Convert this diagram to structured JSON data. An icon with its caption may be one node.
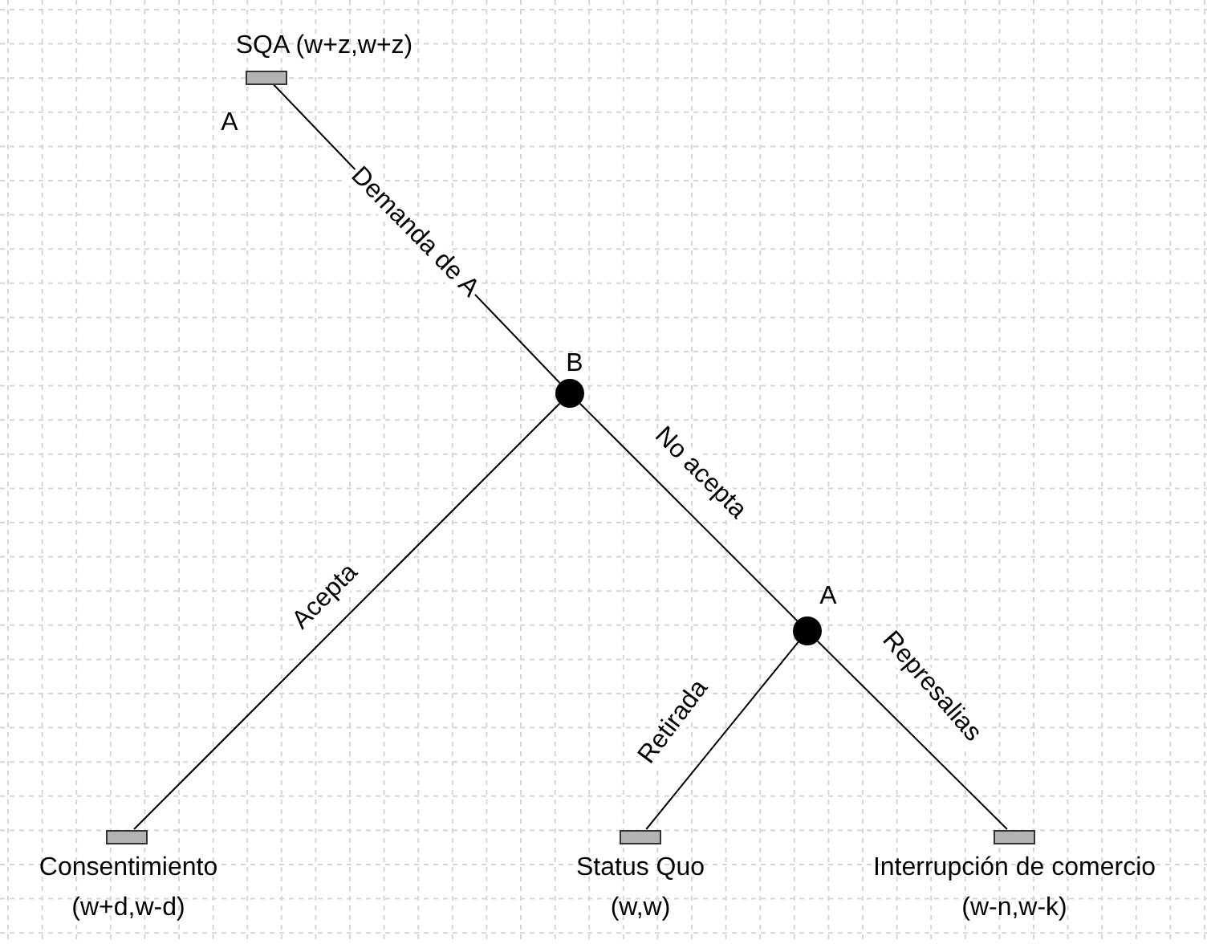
{
  "diagram": {
    "nodes": [
      {
        "text": [],
        "shape": "box",
        "beside": [
          "SQA (w+z,w+z)",
          "A"
        ]
      },
      {
        "text": [],
        "shape": "circle",
        "beside": [
          "B"
        ]
      },
      {
        "text": [],
        "shape": "box",
        "beside": [
          "Consentimiento",
          "(w+d,w-d)"
        ]
      },
      {
        "text": [],
        "shape": "circle",
        "beside": [
          "A"
        ]
      },
      {
        "text": [],
        "shape": "box",
        "beside": [
          "Status Quo",
          "(w,w)"
        ]
      },
      {
        "text": [],
        "shape": "box",
        "beside": [
          "Interrupción de comercio",
          "(w-n,w-k)"
        ]
      }
    ],
    "edges": [
      {
        "from": 0,
        "to": 1,
        "arrow": "none",
        "label": "Demanda de A"
      },
      {
        "from": 1,
        "to": 2,
        "arrow": "none",
        "label": "Acepta"
      },
      {
        "from": 1,
        "to": 3,
        "arrow": "none",
        "label": "No acepta"
      },
      {
        "from": 3,
        "to": 4,
        "arrow": "none",
        "label": "Retirada"
      },
      {
        "from": 3,
        "to": 5,
        "arrow": "none",
        "label": "Represalias"
      }
    ]
  }
}
